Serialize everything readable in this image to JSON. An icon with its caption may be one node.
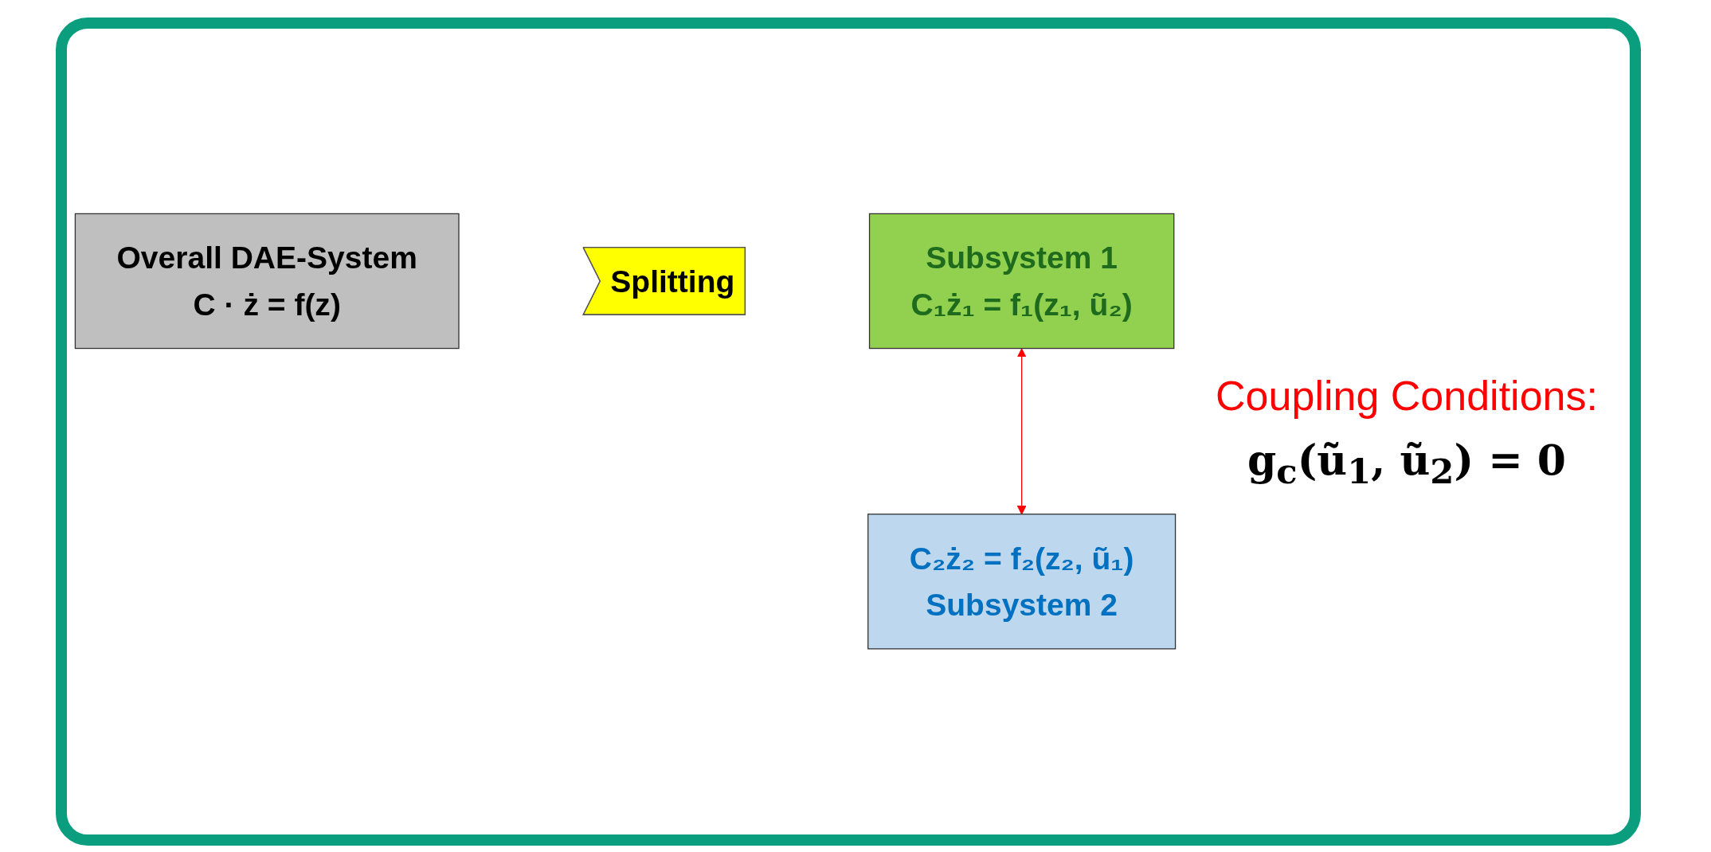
{
  "diagram": {
    "nodes": [
      {
        "text": [
          "Overall DAE-System",
          "C · ż = f(z)"
        ]
      },
      {
        "text": [
          "Splitting"
        ]
      },
      {
        "text": [
          "Subsystem 1",
          "C₁ż₁ = f₁(z₁, ũ₂)"
        ]
      },
      {
        "text": [
          "C₂ż₂ = f₂(z₂, ũ₁)",
          "Subsystem 2"
        ]
      }
    ],
    "edges": [
      {
        "from": 2,
        "to": 3,
        "arrow": "both",
        "color": "#ff0000"
      }
    ],
    "labels": [
      "Coupling Conditions:",
      "g$_{c}$(ũ$_{1}$, ũ$_{2}$) = 0"
    ]
  }
}
